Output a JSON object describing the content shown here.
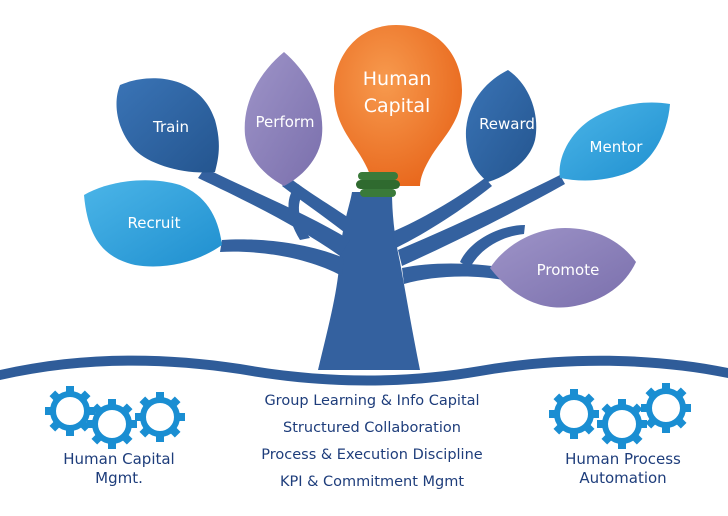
{
  "center": {
    "line1": "Human",
    "line2": "Capital"
  },
  "leaves": {
    "train": "Train",
    "perform": "Perform",
    "reward": "Reward",
    "mentor": "Mentor",
    "recruit": "Recruit",
    "promote": "Promote"
  },
  "capabilities": [
    "Group Learning & Info Capital",
    "Structured Collaboration",
    "Process & Execution Discipline",
    "KPI & Commitment Mgmt"
  ],
  "left_caption": {
    "line1": "Human Capital",
    "line2": "Mgmt."
  },
  "right_caption": {
    "line1": "Human Process",
    "line2": "Automation"
  },
  "colors": {
    "dark_blue": "#2e62a3",
    "medium_blue": "#2f86c9",
    "light_blue": "#2da1dc",
    "purple": "#8a7fb8",
    "orange": "#f07a2a",
    "socket_green": "#3a7a3a",
    "trunk": "#34619f",
    "gear": "#1a8ed2",
    "text_navy": "#1e3d7b"
  },
  "icons": [
    "gear-icon",
    "gear-icon",
    "gear-icon",
    "gear-icon",
    "gear-icon",
    "gear-icon"
  ]
}
